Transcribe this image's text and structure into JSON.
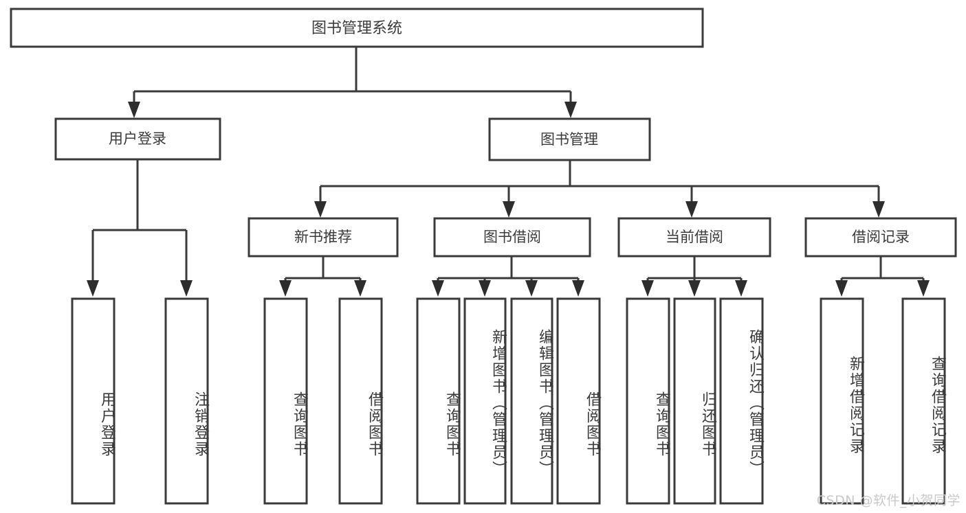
{
  "diagram": {
    "type": "tree-hierarchy",
    "title": "图书管理系统",
    "watermark": "CSDN @软件_小贺同学",
    "colors": {
      "background": "#ffffff",
      "box_stroke": "#3a3a3a",
      "box_fill": "#ffffff",
      "connector": "#3a3a3a",
      "text": "#3b3b3b",
      "watermark": "#c9c9c9"
    },
    "root": {
      "label": "图书管理系统"
    },
    "level1": [
      {
        "label": "用户登录"
      },
      {
        "label": "图书管理"
      }
    ],
    "level2": [
      {
        "label": "新书推荐"
      },
      {
        "label": "图书借阅"
      },
      {
        "label": "当前借阅"
      },
      {
        "label": "借阅记录"
      }
    ],
    "leaves": {
      "user_login": [
        {
          "label": "用户登录"
        },
        {
          "label": "注销登录"
        }
      ],
      "new_book_recommend": [
        {
          "label": "查询图书"
        },
        {
          "label": "借阅图书"
        }
      ],
      "book_borrow": [
        {
          "label": "查询图书"
        },
        {
          "label": "新增图书（管理员）"
        },
        {
          "label": "编辑图书（管理员）"
        },
        {
          "label": "借阅图书"
        }
      ],
      "current_borrow": [
        {
          "label": "查询图书"
        },
        {
          "label": "归还图书"
        },
        {
          "label": "确认归还（管理员）"
        }
      ],
      "borrow_record": [
        {
          "label": "新增借阅记录"
        },
        {
          "label": "查询借阅记录"
        }
      ]
    }
  }
}
